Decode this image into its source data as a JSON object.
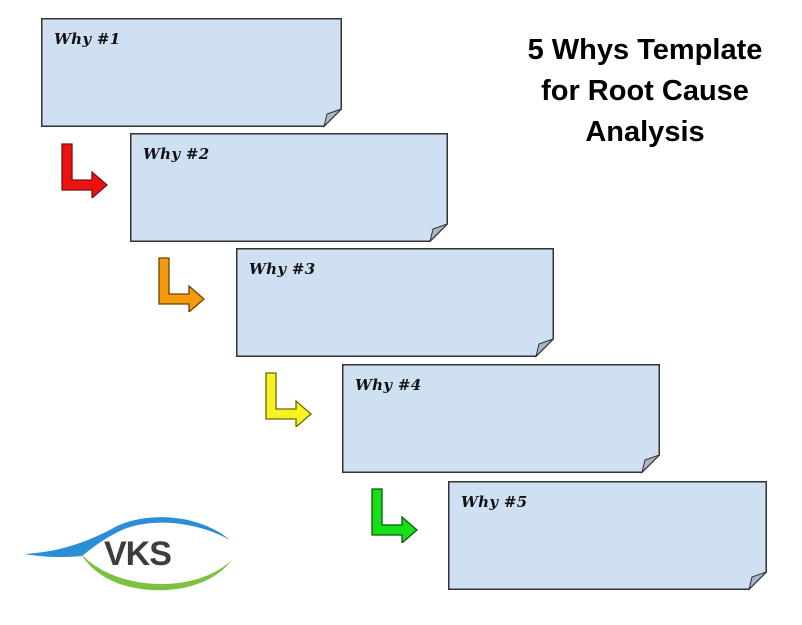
{
  "title": {
    "line1": "5 Whys Template",
    "line2": "for Root Cause",
    "line3": "Analysis"
  },
  "colors": {
    "note_fill": "#cfe0f2",
    "note_border": "#333333",
    "fold_fill": "#a9b7c6",
    "arrow_1": "#ee1111",
    "arrow_2": "#f59a10",
    "arrow_3": "#f7f222",
    "arrow_4": "#18e018",
    "logo_blue": "#2a8fd6",
    "logo_green": "#7dc142",
    "logo_text": "#3d3d3d"
  },
  "notes": [
    {
      "label": "Why #1"
    },
    {
      "label": "Why #2"
    },
    {
      "label": "Why #3"
    },
    {
      "label": "Why #4"
    },
    {
      "label": "Why #5"
    }
  ],
  "arrows": [
    {
      "icon": "arrow-down-right-icon",
      "color": "red"
    },
    {
      "icon": "arrow-down-right-icon",
      "color": "orange"
    },
    {
      "icon": "arrow-down-right-icon",
      "color": "yellow"
    },
    {
      "icon": "arrow-down-right-icon",
      "color": "green"
    }
  ],
  "logo": {
    "text": "VKS"
  }
}
